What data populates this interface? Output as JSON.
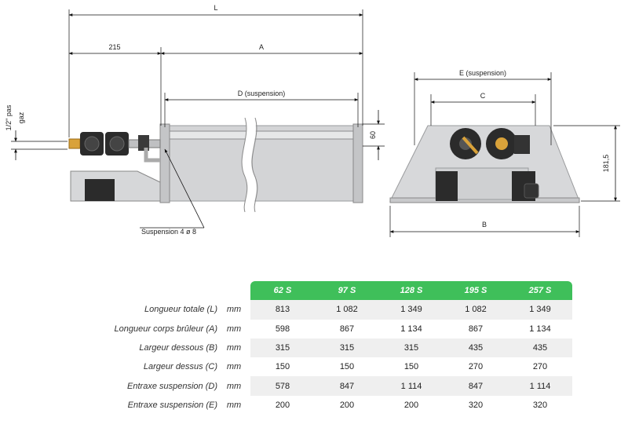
{
  "dimensions": {
    "L": "L",
    "d215": "215",
    "A": "A",
    "D": "D (suspension)",
    "pas": "1/2\" pas",
    "gaz": "gaz",
    "d60": "60",
    "suspension_note": "Suspension 4 ø 8",
    "E": "E (suspension)",
    "C": "C",
    "B": "B",
    "h181": "181,5"
  },
  "table": {
    "models": [
      "62 S",
      "97 S",
      "128 S",
      "195 S",
      "257 S"
    ],
    "rows": [
      {
        "label": "Longueur totale (L)",
        "unit": "mm",
        "values": [
          "813",
          "1 082",
          "1 349",
          "1 082",
          "1 349"
        ]
      },
      {
        "label": "Longueur corps brûleur (A)",
        "unit": "mm",
        "values": [
          "598",
          "867",
          "1 134",
          "867",
          "1 134"
        ]
      },
      {
        "label": "Largeur dessous (B)",
        "unit": "mm",
        "values": [
          "315",
          "315",
          "315",
          "435",
          "435"
        ]
      },
      {
        "label": "Largeur dessus (C)",
        "unit": "mm",
        "values": [
          "150",
          "150",
          "150",
          "270",
          "270"
        ]
      },
      {
        "label": "Entraxe suspension (D)",
        "unit": "mm",
        "values": [
          "578",
          "847",
          "1 114",
          "847",
          "1 114"
        ]
      },
      {
        "label": "Entraxe suspension (E)",
        "unit": "mm",
        "values": [
          "200",
          "200",
          "200",
          "320",
          "320"
        ]
      }
    ]
  },
  "colors": {
    "header_green": "#3fbf5a",
    "row_alt": "#efefef",
    "body_gray": "#d3d4d6",
    "dark_part": "#2b2b2b",
    "brass": "#d9a23a"
  }
}
